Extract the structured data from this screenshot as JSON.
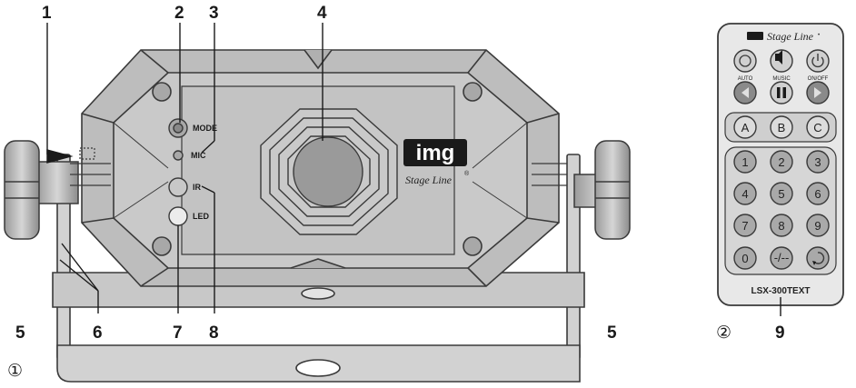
{
  "figures": {
    "device": {
      "figure_mark": "①"
    },
    "remote": {
      "figure_mark": "②"
    }
  },
  "callouts": {
    "c1": "1",
    "c2": "2",
    "c3": "3",
    "c4": "4",
    "c5_left": "5",
    "c5_right": "5",
    "c6": "6",
    "c7": "7",
    "c8": "8",
    "c9": "9"
  },
  "panel_labels": {
    "mode": "MODE",
    "mic": "MIC",
    "ir": "IR",
    "led": "LED"
  },
  "logo": {
    "img_text": "img",
    "stage_line": "Stage Line",
    "reg": "®"
  },
  "remote": {
    "brand": "Stage Line",
    "brand_reg": "•",
    "top_labels": [
      "AUTO",
      "MUSIC",
      "ON/OFF"
    ],
    "abc": [
      "A",
      "B",
      "C"
    ],
    "numbers": [
      "1",
      "2",
      "3",
      "4",
      "5",
      "6",
      "7",
      "8",
      "9",
      "0",
      "-/--"
    ],
    "model": "LSX-300TEXT"
  },
  "colors": {
    "body_fill": "#b9b9b9",
    "line": "#3a3a3a",
    "lens": "#9a9a9a",
    "remote_fill": "#e6e6e6"
  }
}
